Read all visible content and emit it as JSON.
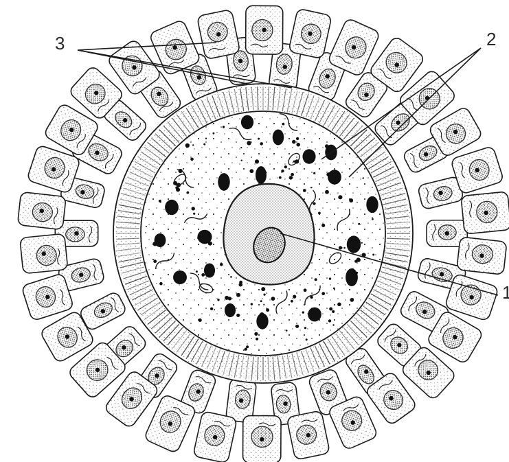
{
  "labels": {
    "three": "3",
    "two": "2",
    "one": "1"
  }
}
